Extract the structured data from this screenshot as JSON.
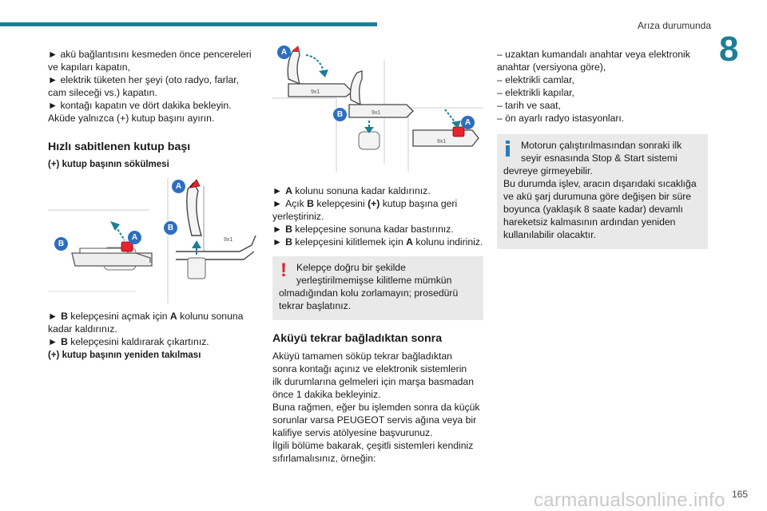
{
  "header": {
    "section_title": "Arıza durumunda",
    "chapter_number": "8",
    "accent_color": "#1d7f96"
  },
  "col1": {
    "lines": [
      "► akü bağlantısını kesmeden önce pencereleri",
      "ve kapıları kapatın,",
      "► elektrik tüketen her şeyi (oto radyo, farlar,",
      "cam sileceği vs.) kapatın.",
      "► kontağı kapatın ve dört dakika bekleyin.",
      "Aküde yalnızca (+) kutup başını ayırın."
    ],
    "heading": "Hızlı sabitlenen kutup başı",
    "subheading_remove": "(+) kutup başının sökülmesi",
    "figure_labels": [
      "A",
      "B",
      "A",
      "B"
    ],
    "remove_steps": [
      {
        "arrow": "►",
        "key": "B",
        "text": " kelepçesini açmak için ",
        "key2": "A",
        "text2": " kolunu sonuna"
      },
      {
        "plain": "kadar kaldırınız."
      },
      {
        "arrow": "►",
        "key": "B",
        "text": " kelepçesini kaldırarak çıkartınız."
      }
    ],
    "subheading_refit": "(+) kutup başının yeniden takılması"
  },
  "col2": {
    "figure_labels": [
      "A",
      "B",
      "A"
    ],
    "steps": [
      "kolunu sonuna kadar kaldırınız.",
      "kelepçesini",
      "kutup başına geri",
      "yerleştiriniz.",
      "kelepçesine sonuna kadar bastırınız.",
      "kelepçesini kilitlemek için",
      "kolunu indiriniz."
    ],
    "keys": {
      "a": "A",
      "b": "B",
      "plus": "(+)",
      "open": "Açık",
      "arrow": "►"
    },
    "warning": {
      "line1": "Kelepçe doğru bir şekilde",
      "line2": "yerleştirilmemişse kilitleme mümkün",
      "line3": "olmadığından kolu zorlamayın; prosedürü",
      "line4": "tekrar başlatınız."
    },
    "heading": "Aküyü tekrar bağladıktan sonra",
    "body": [
      "Aküyü tamamen söküp tekrar bağladıktan",
      "sonra kontağı açınız ve elektronik sistemlerin",
      "ilk durumlarına gelmeleri için marşa basmadan",
      "önce 1 dakika bekleyiniz.",
      "Buna rağmen, eğer bu işlemden sonra da küçük",
      "sorunlar varsa PEUGEOT servis ağına veya bir",
      "kalifiye servis atölyesine başvurunuz.",
      "İlgili bölüme bakarak, çeşitli sistemleri kendiniz",
      "sıfırlamalısınız, örneğin:"
    ]
  },
  "col3": {
    "list": [
      "–  uzaktan kumandalı anahtar veya elektronik",
      "anahtar (versiyona göre),",
      "–  elektrikli camlar,",
      "–  elektrikli kapılar,",
      "–  tarih ve saat,",
      "–  ön ayarlı radyo istasyonları."
    ],
    "info": {
      "line1": "Motorun çalıştırılmasından sonraki ilk",
      "line2": "seyir esnasında Stop & Start sistemi",
      "line3": "devreye girmeyebilir.",
      "line4": "Bu durumda işlev, aracın dışarıdaki sıcaklığa",
      "line5": "ve akü şarj durumuna göre değişen bir süre",
      "line6": "boyunca (yaklaşık 8 saate kadar) devamlı",
      "line7": "hareketsiz kalmasının ardından yeniden",
      "line8": "kullanılabilir olacaktır."
    }
  },
  "footer": {
    "page_number": "165",
    "watermark": "carmanualsonline.info"
  },
  "colors": {
    "badge": "#2e6ec1",
    "warning": "#e0222e",
    "info": "#2b7bb9",
    "note_bg": "#e9e9e9"
  }
}
